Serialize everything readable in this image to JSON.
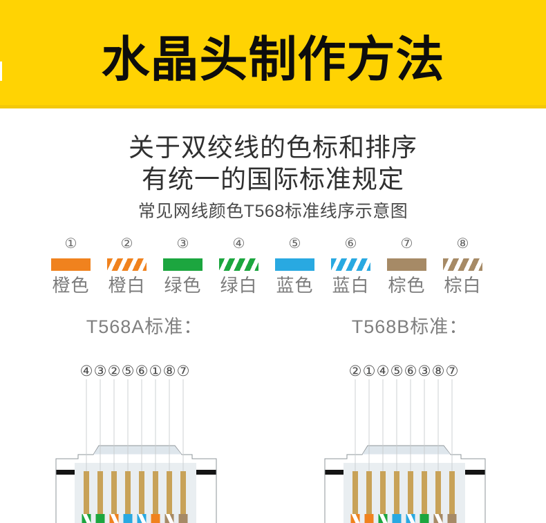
{
  "banner": {
    "title": "水晶头制作方法"
  },
  "intro": {
    "line1": "关于双绞线的色标和排序",
    "line2": "有统一的国际标准规定",
    "subtitle": "常见网线颜色T568标准线序示意图"
  },
  "legend": {
    "items": [
      {
        "num": "①",
        "label": "橙色",
        "color": "#F0821E",
        "striped": false
      },
      {
        "num": "②",
        "label": "橙白",
        "color": "#F0821E",
        "striped": true
      },
      {
        "num": "③",
        "label": "绿色",
        "color": "#1CA63F",
        "striped": false
      },
      {
        "num": "④",
        "label": "绿白",
        "color": "#1CA63F",
        "striped": true
      },
      {
        "num": "⑤",
        "label": "蓝色",
        "color": "#29A9E1",
        "striped": false
      },
      {
        "num": "⑥",
        "label": "蓝白",
        "color": "#29A9E1",
        "striped": true
      },
      {
        "num": "⑦",
        "label": "棕色",
        "color": "#A68A66",
        "striped": false
      },
      {
        "num": "⑧",
        "label": "棕白",
        "color": "#A68A66",
        "striped": true
      }
    ]
  },
  "standards": [
    {
      "label": "T568A标准：",
      "sequence": [
        "④",
        "③",
        "②",
        "⑤",
        "⑥",
        "①",
        "⑧",
        "⑦"
      ],
      "wires": [
        {
          "color": "#1CA63F",
          "striped": true
        },
        {
          "color": "#1CA63F",
          "striped": false
        },
        {
          "color": "#F0821E",
          "striped": true
        },
        {
          "color": "#29A9E1",
          "striped": false
        },
        {
          "color": "#29A9E1",
          "striped": true
        },
        {
          "color": "#F0821E",
          "striped": false
        },
        {
          "color": "#A68A66",
          "striped": true
        },
        {
          "color": "#A68A66",
          "striped": false
        }
      ]
    },
    {
      "label": "T568B标准：",
      "sequence": [
        "②",
        "①",
        "④",
        "⑤",
        "⑥",
        "③",
        "⑧",
        "⑦"
      ],
      "wires": [
        {
          "color": "#F0821E",
          "striped": true
        },
        {
          "color": "#F0821E",
          "striped": false
        },
        {
          "color": "#1CA63F",
          "striped": true
        },
        {
          "color": "#29A9E1",
          "striped": false
        },
        {
          "color": "#29A9E1",
          "striped": true
        },
        {
          "color": "#1CA63F",
          "striped": false
        },
        {
          "color": "#A68A66",
          "striped": true
        },
        {
          "color": "#A68A66",
          "striped": false
        }
      ]
    }
  ],
  "theme": {
    "banner_bg": "#FFD303",
    "pin": "#C8A258",
    "panel": "#E9EEF1",
    "latch": "#DEE6EC",
    "outline": "#8E9499",
    "bar": "#141414",
    "line": "#C8CCCF"
  }
}
